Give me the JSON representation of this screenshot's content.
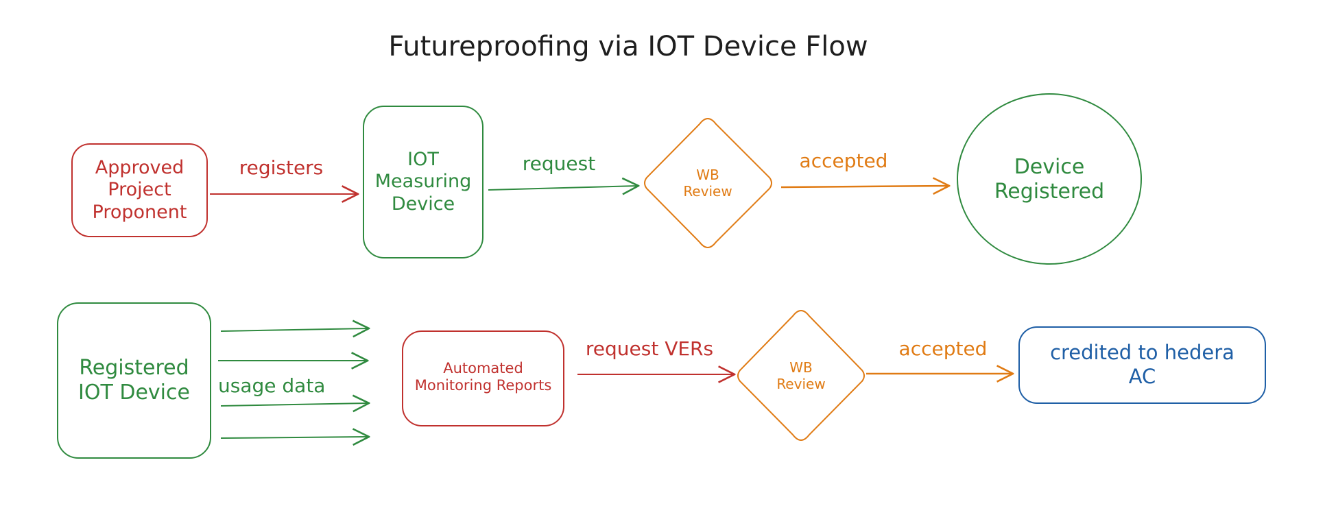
{
  "title": "Futureproofing via IOT Device Flow",
  "colors": {
    "red": "#c0312e",
    "green": "#2f8a3f",
    "orange": "#e07b14",
    "blue": "#1f5fa6",
    "text": "#1e1e1e"
  },
  "rows": [
    {
      "nodes": [
        {
          "id": "approved-project-proponent",
          "shape": "rounded-rect",
          "color": "red",
          "label": "Approved\nProject\nProponent"
        },
        {
          "id": "iot-measuring-device",
          "shape": "rounded-rect",
          "color": "green",
          "label": "IOT\nMeasuring\nDevice"
        },
        {
          "id": "wb-review-1",
          "shape": "diamond",
          "color": "orange",
          "label": "WB\nReview"
        },
        {
          "id": "device-registered",
          "shape": "ellipse",
          "color": "green",
          "label": "Device\nRegistered"
        }
      ],
      "edges": [
        {
          "from": "approved-project-proponent",
          "to": "iot-measuring-device",
          "color": "red",
          "label": "registers"
        },
        {
          "from": "iot-measuring-device",
          "to": "wb-review-1",
          "color": "green",
          "label": "request"
        },
        {
          "from": "wb-review-1",
          "to": "device-registered",
          "color": "orange",
          "label": "accepted"
        }
      ]
    },
    {
      "nodes": [
        {
          "id": "registered-iot-device",
          "shape": "rounded-rect",
          "color": "green",
          "label": "Registered\nIOT Device"
        },
        {
          "id": "automated-monitoring-reports",
          "shape": "rounded-rect",
          "color": "red",
          "label": "Automated\nMonitoring Reports"
        },
        {
          "id": "wb-review-2",
          "shape": "diamond",
          "color": "orange",
          "label": "WB\nReview"
        },
        {
          "id": "credited-to-hedera",
          "shape": "rounded-rect",
          "color": "blue",
          "label": "credited to hedera\nAC"
        }
      ],
      "edges": [
        {
          "from": "registered-iot-device",
          "to": "automated-monitoring-reports",
          "color": "green",
          "label": "usage data",
          "count": 4
        },
        {
          "from": "automated-monitoring-reports",
          "to": "wb-review-2",
          "color": "red",
          "label": "request VERs"
        },
        {
          "from": "wb-review-2",
          "to": "credited-to-hedera",
          "color": "orange",
          "label": "accepted"
        }
      ]
    }
  ]
}
